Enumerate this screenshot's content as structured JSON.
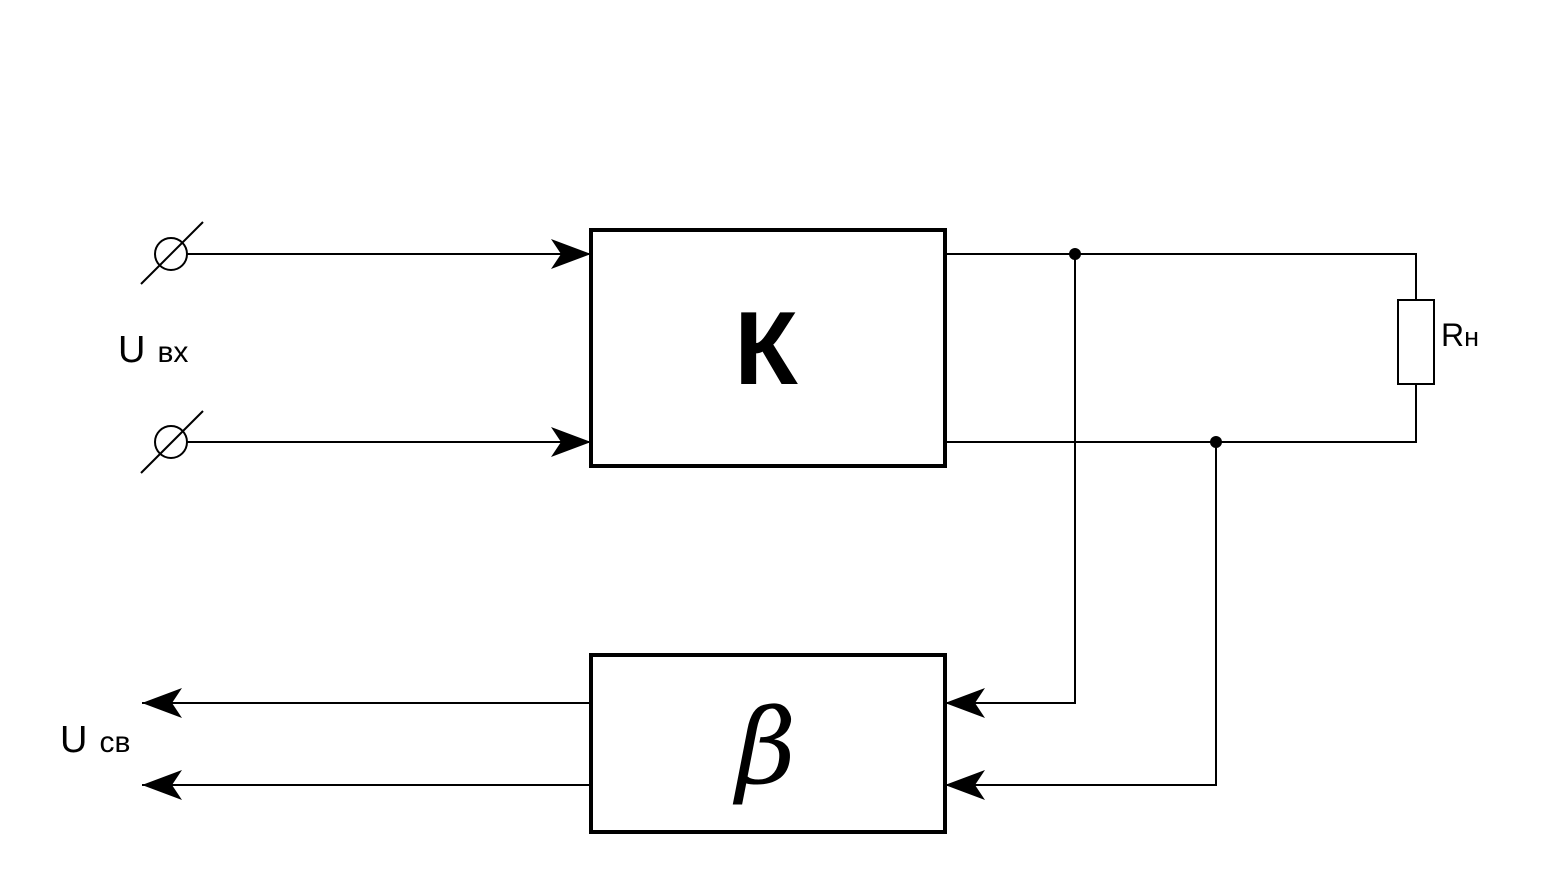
{
  "amplifier_block": {
    "label": "К"
  },
  "feedback_block": {
    "label": "β"
  },
  "input_voltage": {
    "main": "U",
    "subscript": "вх"
  },
  "feedback_voltage": {
    "main": "U",
    "subscript": "св"
  },
  "load_resistor": {
    "main": "R",
    "subscript": "н"
  }
}
